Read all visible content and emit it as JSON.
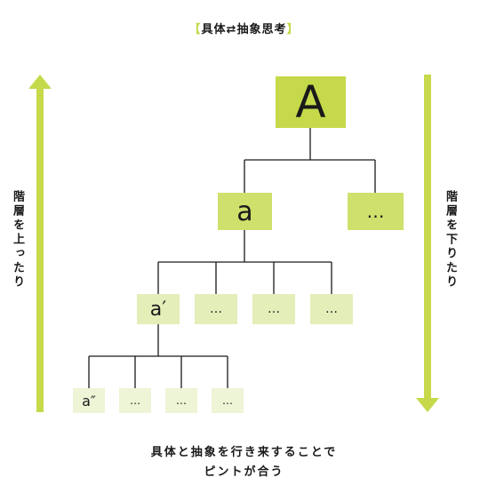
{
  "title": {
    "open_bracket": "【",
    "text": "具体⇄抽象思考",
    "close_bracket": "】"
  },
  "left_label": "階層を上ったり",
  "right_label": "階層を下りたり",
  "nodes": {
    "root": "A",
    "level1": [
      "a",
      "…"
    ],
    "level2": [
      "a′",
      "…",
      "…",
      "…"
    ],
    "level3": [
      "a″",
      "…",
      "…",
      "…"
    ]
  },
  "caption": {
    "line1": "具体と抽象を行き来することで",
    "line2": "ピントが合う"
  },
  "colors": {
    "arrow": "#c6d94a",
    "level0": "#c6d94a",
    "level1": "#cfe06c",
    "level2": "#e4eeb9",
    "level3": "#eef4d6",
    "line": "#1a1a1a"
  }
}
